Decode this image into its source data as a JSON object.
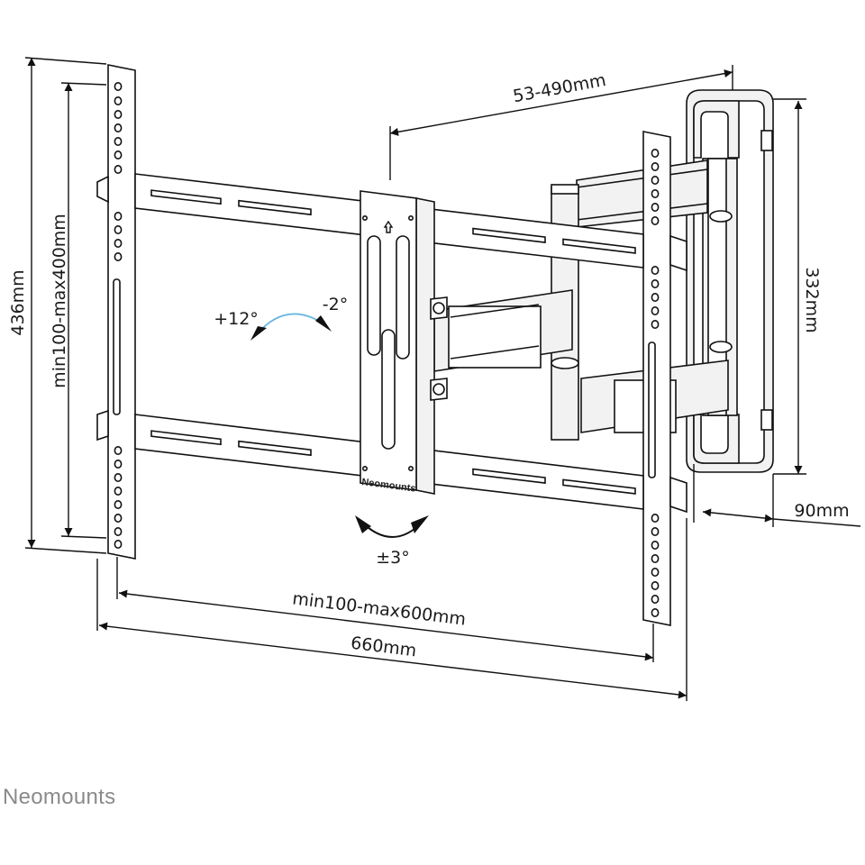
{
  "dimensions": {
    "height_total": "436mm",
    "height_vesa": "min100-max400mm",
    "extension": "53-490mm",
    "wall_plate_height": "332mm",
    "depth_min": "90mm",
    "width_vesa": "min100-max600mm",
    "width_total": "660mm"
  },
  "angles": {
    "tilt_up": "+12°",
    "tilt_down": "-2°",
    "rotation": "±3°"
  },
  "plate_brand": "Neomounts",
  "footer_brand": "Neomounts",
  "colors": {
    "line": "#111111",
    "arrow_blue": "#6bb6e0",
    "footer": "#8a8a8a"
  }
}
